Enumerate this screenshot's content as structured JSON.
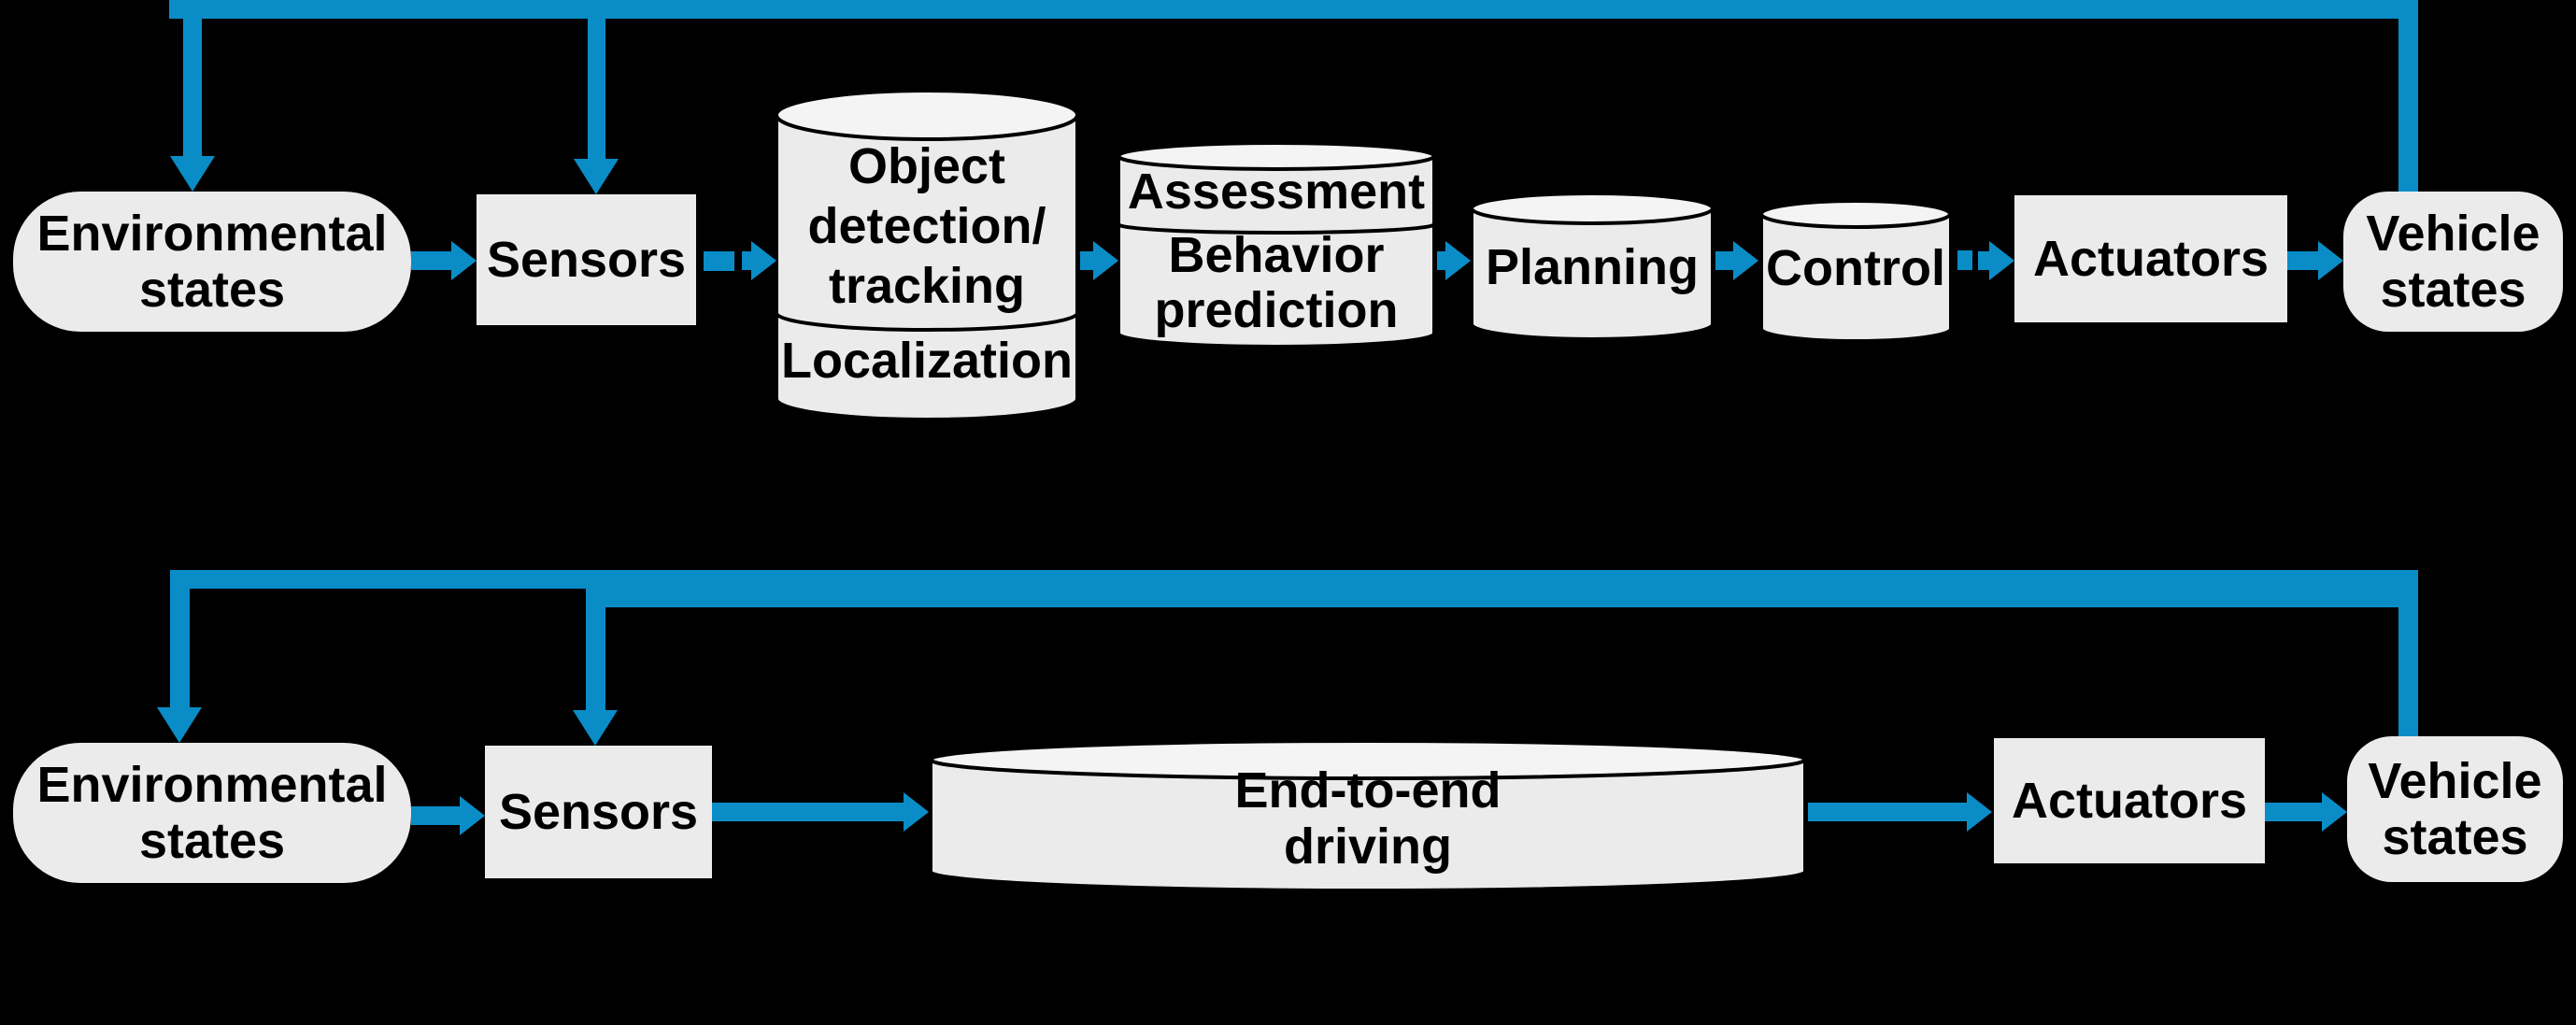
{
  "background": "#000000",
  "colors": {
    "arrow_blue": "#0a8dc7",
    "node_fill": "#ebebeb",
    "cylinder_lid_fill": "#f4f4f4",
    "node_outline": "#000000",
    "text": "#000000"
  },
  "top_diagram": {
    "environmental_states": {
      "line1": "Environmental",
      "line2": "states"
    },
    "sensors": {
      "label": "Sensors"
    },
    "perception_db": {
      "line1": "Object",
      "line2": "detection/",
      "line3": "tracking",
      "bottom_label": "Localization"
    },
    "assessment_db": {
      "top_label": "Assessment",
      "line1": "Behavior",
      "line2": "prediction"
    },
    "planning_db": {
      "label": "Planning"
    },
    "control_db": {
      "label": "Control"
    },
    "actuators": {
      "label": "Actuators"
    },
    "vehicle_states": {
      "line1": "Vehicle",
      "line2": "states"
    }
  },
  "bottom_diagram": {
    "environmental_states": {
      "line1": "Environmental",
      "line2": "states"
    },
    "sensors": {
      "label": "Sensors"
    },
    "end_to_end_db": {
      "line1": "End-to-end",
      "line2": "driving"
    },
    "actuators": {
      "label": "Actuators"
    },
    "vehicle_states": {
      "line1": "Vehicle",
      "line2": "states"
    }
  }
}
